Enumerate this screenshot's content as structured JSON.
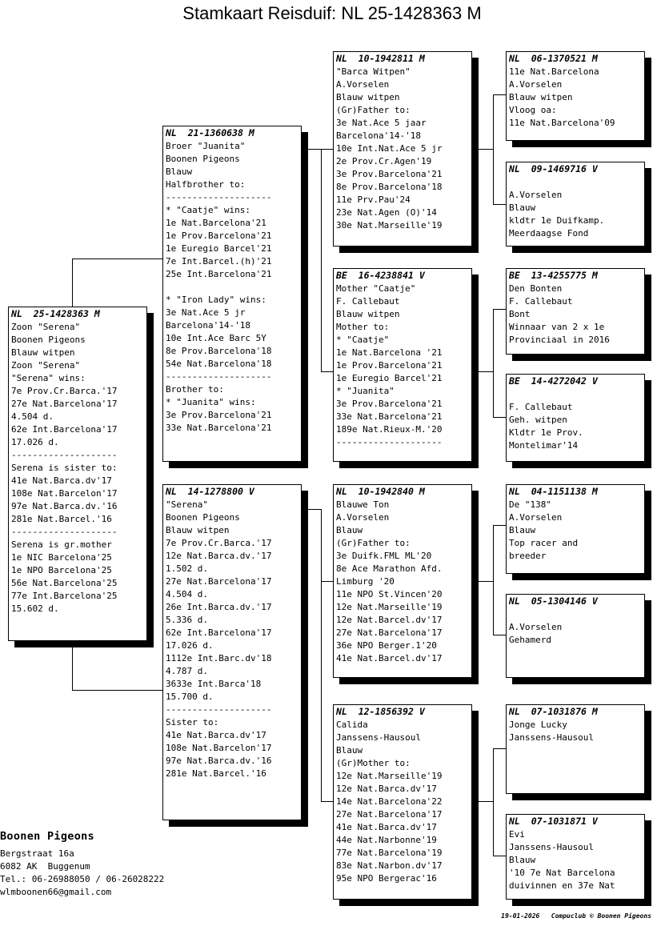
{
  "title": "Stamkaart Reisduif: NL  25-1428363 M",
  "cards": [
    {
      "id": "subject",
      "header": "NL  25-1428363 M",
      "lines": [
        "Zoon \"Serena\"",
        "Boonen Pigeons",
        "Blauw witpen",
        "Zoon \"Serena\"",
        "\"Serena\" wins:",
        "7e Prov.Cr.Barca.'17",
        "27e Nat.Barcelona'17",
        "4.504 d.",
        "62e Int.Barcelona'17",
        "17.026 d.",
        "--------------------",
        "Serena is sister to:",
        "41e Nat.Barca.dv'17",
        "108e Nat.Barcelon'17",
        "97e Nat.Barca.dv.'16",
        "281e Nat.Barcel.'16",
        "--------------------",
        "Serena is gr.mother",
        "1e NIC Barcelona'25",
        "1e NPO Barcelona'25",
        "56e Nat.Barcelona'25",
        "77e Int.Barcelona'25",
        "15.602 d."
      ]
    },
    {
      "id": "father",
      "header": "NL  21-1360638 M",
      "lines": [
        "Broer \"Juanita\"",
        "Boonen Pigeons",
        "Blauw",
        "Halfbrother to:",
        "--------------------",
        "* \"Caatje\" wins:",
        "1e Nat.Barcelona'21",
        "1e Prov.Barcelona'21",
        "1e Euregio Barcel'21",
        "7e Int.Barcel.(h)'21",
        "25e Int.Barcelona'21",
        "",
        "* \"Iron Lady\" wins:",
        "3e Nat.Ace 5 jr",
        "Barcelona'14-'18",
        "10e Int.Ace Barc 5Y",
        "8e Prov.Barcelona'18",
        "54e Nat.Barcelona'18",
        "--------------------",
        "Brother to:",
        "* \"Juanita\" wins:",
        "3e Prov.Barcelona'21",
        "33e Nat.Barcelona'21"
      ]
    },
    {
      "id": "mother",
      "header": "NL  14-1278800 V",
      "lines": [
        "\"Serena\"",
        "Boonen Pigeons",
        "Blauw witpen",
        "7e Prov.Cr.Barca.'17",
        "12e Nat.Barca.dv.'17",
        "1.502 d.",
        "27e Nat.Barcelona'17",
        "4.504 d.",
        "26e Int.Barca.dv.'17",
        "5.336 d.",
        "62e Int.Barcelona'17",
        "17.026 d.",
        "1112e Int.Barc.dv'18",
        "4.787 d.",
        "3633e Int.Barca'18",
        "15.700 d.",
        "--------------------",
        "Sister to:",
        "41e Nat.Barca.dv'17",
        "108e Nat.Barcelon'17",
        "97e Nat.Barca.dv.'16",
        "281e Nat.Barcel.'16"
      ]
    },
    {
      "id": "ff",
      "header": "NL  10-1942811 M",
      "lines": [
        "\"Barca Witpen\"",
        "A.Vorselen",
        "Blauw witpen",
        "(Gr)Father to:",
        "3e Nat.Ace 5 jaar",
        "Barcelona'14-'18",
        "10e Int.Nat.Ace 5 jr",
        "2e Prov.Cr.Agen'19",
        "3e Prov.Barcelona'21",
        "8e Prov.Barcelona'18",
        "11e Prv.Pau'24",
        "23e Nat.Agen (O)'14",
        "30e Nat.Marseille'19"
      ]
    },
    {
      "id": "fm",
      "header": "BE  16-4238841 V",
      "lines": [
        "Mother \"Caatje\"",
        "F. Callebaut",
        "Blauw witpen",
        "Mother to:",
        "* \"Caatje\"",
        "1e Nat.Barcelona '21",
        "1e Prov.Barcelona'21",
        "1e Euregio Barcel'21",
        "* \"Juanita\"",
        "3e Prov.Barcelona'21",
        "33e Nat.Barcelona'21",
        "189e Nat.Rieux-M.'20",
        "--------------------"
      ]
    },
    {
      "id": "mf",
      "header": "NL  10-1942840 M",
      "lines": [
        "Blauwe Ton",
        "A.Vorselen",
        "Blauw",
        "(Gr)Father to:",
        "3e Duifk.FML ML'20",
        "8e Ace Marathon Afd.",
        "Limburg '20",
        "11e NPO St.Vincen'20",
        "12e Nat.Marseille'19",
        "12e Nat.Barcel.dv'17",
        "27e Nat.Barcelona'17",
        "36e NPO Berger.1'20",
        "41e Nat.Barcel.dv'17"
      ]
    },
    {
      "id": "mm",
      "header": "NL  12-1856392 V",
      "lines": [
        "Calida",
        "Janssens-Hausoul",
        "Blauw",
        "(Gr)Mother to:",
        "12e Nat.Marseille'19",
        "12e Nat.Barca.dv'17",
        "14e Nat.Barcelona'22",
        "27e Nat.Barcelona'17",
        "41e Nat.Barca.dv'17",
        "44e Nat.Narbonne'19",
        "77e Nat.Barcelona'19",
        "83e Nat.Narbon.dv'17",
        "95e NPO Bergerac'16"
      ]
    },
    {
      "id": "fff",
      "header": "NL  06-1370521 M",
      "lines": [
        "11e Nat.Barcelona",
        "A.Vorselen",
        "Blauw witpen",
        "Vloog oa:",
        "11e Nat.Barcelona'09"
      ]
    },
    {
      "id": "ffm",
      "header": "NL  09-1469716 V",
      "lines": [
        "",
        "A.Vorselen",
        "Blauw",
        "kldtr 1e Duifkamp.",
        "Meerdaagse Fond"
      ]
    },
    {
      "id": "fmf",
      "header": "BE  13-4255775 M",
      "lines": [
        "Den Bonten",
        "F. Callebaut",
        "Bont",
        "Winnaar van 2 x 1e",
        "Provinciaal in 2016"
      ]
    },
    {
      "id": "fmm",
      "header": "BE  14-4272042 V",
      "lines": [
        "",
        "F. Callebaut",
        "Geh. witpen",
        "Kldtr 1e Prov.",
        "Montelimar'14"
      ]
    },
    {
      "id": "mff",
      "header": "NL  04-1151138 M",
      "lines": [
        "De \"138\"",
        "A.Vorselen",
        "Blauw",
        "Top racer and",
        "breeder"
      ]
    },
    {
      "id": "mfm",
      "header": "NL  05-1304146 V",
      "lines": [
        "",
        "A.Vorselen",
        "Gehamerd"
      ]
    },
    {
      "id": "mmf",
      "header": "NL  07-1031876 M",
      "lines": [
        "Jonge Lucky",
        "Janssens-Hausoul"
      ]
    },
    {
      "id": "mmm",
      "header": "NL  07-1031871 V",
      "lines": [
        "Evi",
        "Janssens-Hausoul",
        "Blauw",
        "'10 7e Nat Barcelona",
        "duivinnen en 37e Nat"
      ]
    }
  ],
  "org": {
    "name": "Boonen Pigeons",
    "lines": [
      "Bergstraat 16a",
      "6082 AK  Buggenum",
      "Tel.: 06-26988050 / 06-26028222",
      "wlmboonen66@gmail.com"
    ]
  },
  "footer": "19-01-2026   Compuclub © Boonen Pigeons"
}
